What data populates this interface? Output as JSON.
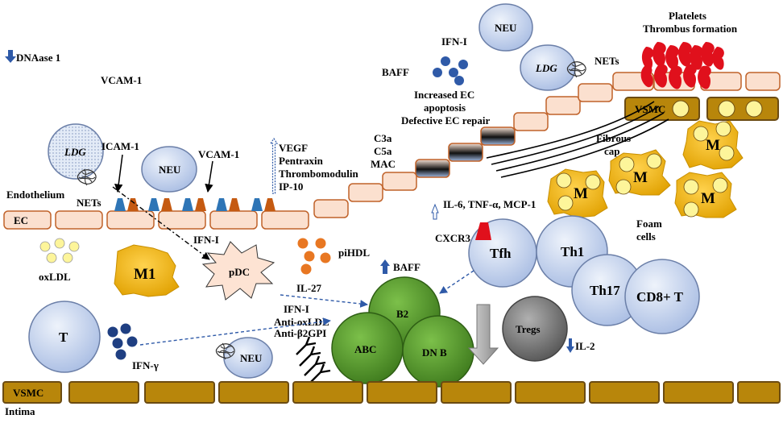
{
  "labels": {
    "dnaase": "DNAase 1",
    "vcam_top": "VCAM-1",
    "ldg_left": "LDG",
    "icam": "ICAM-1",
    "neu_left": "NEU",
    "vcam_mid": "VCAM-1",
    "nets_left": "NETs",
    "endothelium": "Endothelium",
    "ec": "EC",
    "vegf": "VEGF",
    "pentraxin": "Pentraxin",
    "thrombomodulin": "Thrombomodulin",
    "ip10": "IP-10",
    "c3a": "C3a",
    "c5a": "C5a",
    "mac": "MAC",
    "baff_top": "BAFF",
    "ifn_top": "IFN-I",
    "increased_ec": "Increased EC",
    "apoptosis": "apoptosis",
    "defective": "Defective EC repair",
    "neu_top": "NEU",
    "ldg_top": "LDG",
    "nets_top": "NETs",
    "platelets": "Platelets",
    "thrombus": "Thrombus formation",
    "vsmc_top": "VSMC",
    "fibrous": "Fibrous",
    "cap": "cap",
    "m": "M",
    "foam": "Foam",
    "cells": "cells",
    "il6": "IL-6, TNF-α, MCP-1",
    "cxcr3": "CXCR3",
    "tfh": "Tfh",
    "th1": "Th1",
    "th17": "Th17",
    "cd8": "CD8+ T",
    "ifn_pdc": "IFN-I",
    "pdc": "pDC",
    "pihdl": "piHDL",
    "oxldl": "oxLDL",
    "m1": "M1",
    "baff_mid": "BAFF",
    "il27": "IL-27",
    "ifn_low": "IFN-I",
    "anti_oxldl": "Anti-oxLDL",
    "anti_b2gpi": "Anti-β2GPI",
    "b2": "B2",
    "abc": "ABC",
    "dnb": "DN B",
    "tregs": "Tregs",
    "il2": "IL-2",
    "t": "T",
    "ifng": "IFN-γ",
    "neu_low": "NEU",
    "vsmc_bottom": "VSMC",
    "intima": "Intima"
  },
  "colors": {
    "ec_fill": "#fbe0cf",
    "ec_stroke": "#c0622a",
    "vsmc_fill": "#b8860b",
    "vsmc_stroke": "#6b4b12",
    "cell_blue": "#c9d6ef",
    "b_green": "#5a9b2e",
    "macrophage": "#f2b61c",
    "platelet": "#e0101c",
    "arrow_blue": "#2f5aa8",
    "dot_orange": "#e87722",
    "dot_yellow": "#fdf59a",
    "receptor_blue": "#2e75b6",
    "receptor_orange": "#c55a11"
  }
}
